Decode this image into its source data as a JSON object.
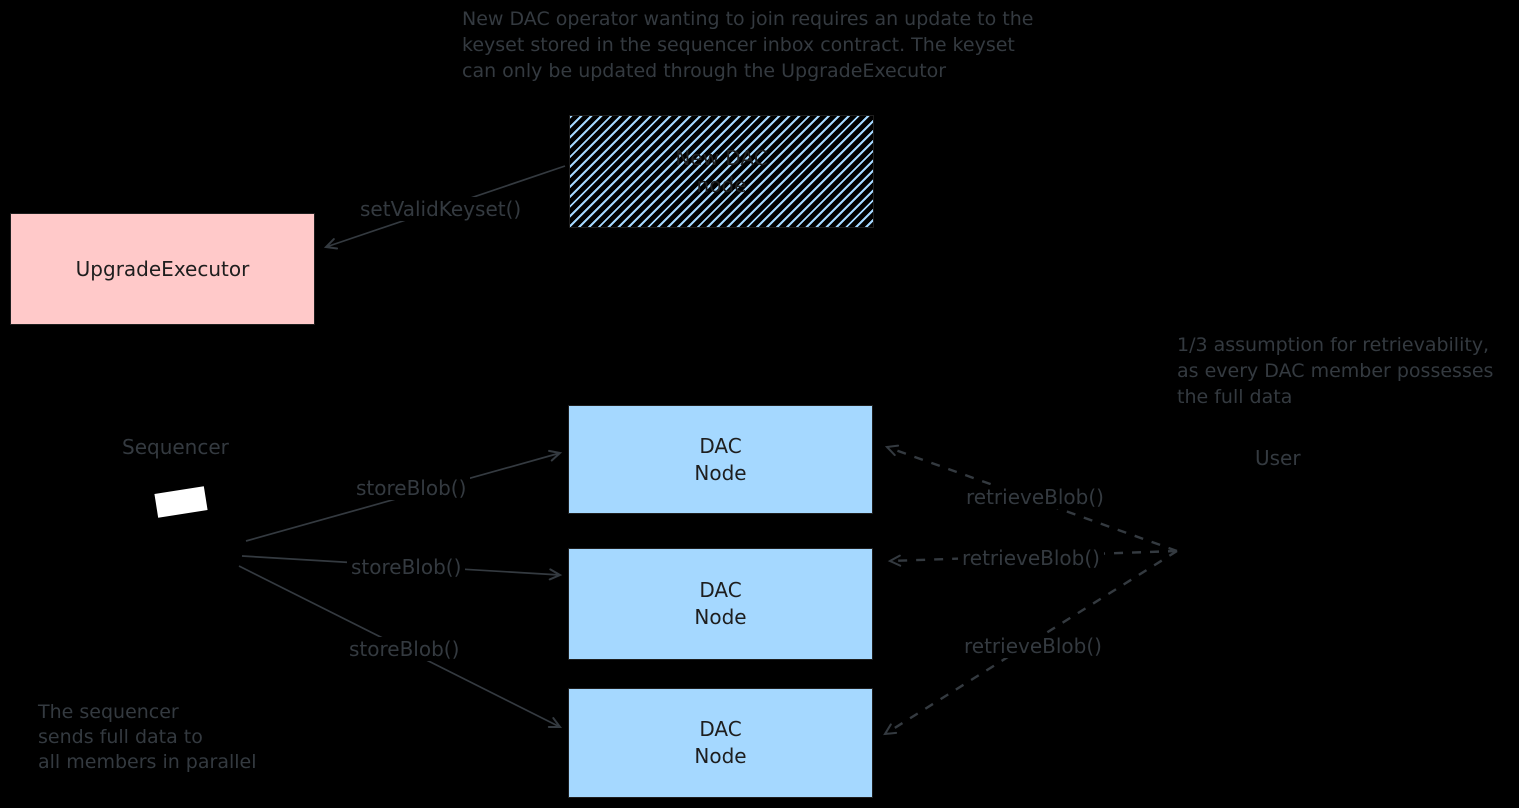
{
  "notes": {
    "top": [
      "New DAC operator wanting to join requires an update to the",
      "keyset stored in the sequencer inbox contract. The keyset",
      "can only be updated through the UpgradeExecutor"
    ],
    "right": [
      "1/3 assumption for retrievability,",
      "as every DAC member possesses",
      "the full data"
    ],
    "bottom_left": [
      "The sequencer",
      "sends full data to",
      "all members in parallel"
    ]
  },
  "boxes": {
    "upgrade_executor": {
      "label": "UpgradeExecutor",
      "fill": "#ffc9c9"
    },
    "new_dac_node": {
      "line1": "New DAC",
      "line2": "node",
      "hatch_color": "#a5d8ff"
    },
    "dac_nodes": [
      {
        "line1": "DAC",
        "line2": "Node"
      },
      {
        "line1": "DAC",
        "line2": "Node"
      },
      {
        "line1": "DAC",
        "line2": "Node"
      }
    ],
    "dac_fill": "#a5d8ff"
  },
  "labels": {
    "set_valid_keyset": "setValidKeyset()",
    "sequencer": "Sequencer",
    "user": "User",
    "store_blob": [
      "storeBlob()",
      "storeBlob()",
      "storeBlob()"
    ],
    "retrieve_blob": [
      "retrieveBlob()",
      "retrieveBlob()",
      "retrieveBlob()"
    ]
  },
  "colors": {
    "background": "#000000",
    "muted_text": "#343a40",
    "box_text": "#1e1e1e",
    "pink": "#ffc9c9",
    "blue": "#a5d8ff",
    "arrow": "#343a40",
    "sequencer_chip": "#ffffff"
  }
}
